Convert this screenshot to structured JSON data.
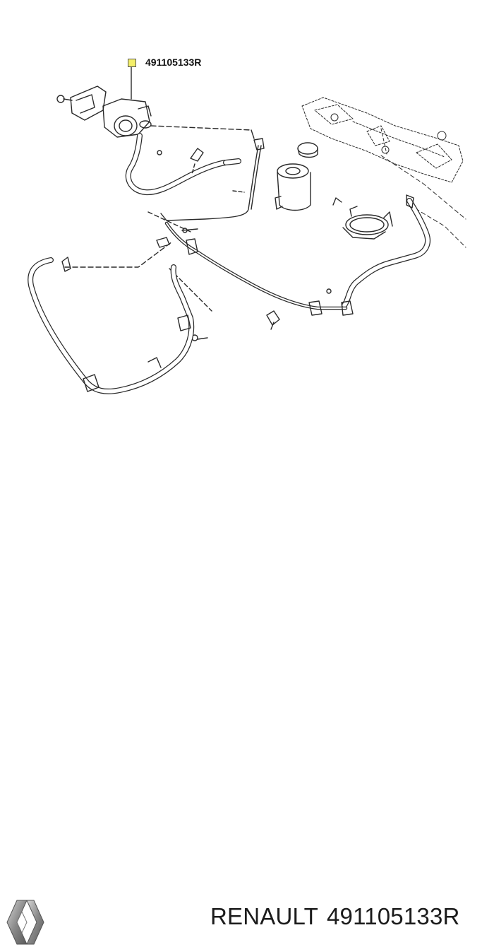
{
  "diagram": {
    "callout_part_number": "491105133R"
  },
  "footer": {
    "brand": "RENAULT",
    "part_number": "491105133R"
  },
  "icons": {
    "logo": "renault-diamond-logo"
  },
  "colors": {
    "callout_marker": "#f4ef6a",
    "line": "#2a2a2a"
  }
}
